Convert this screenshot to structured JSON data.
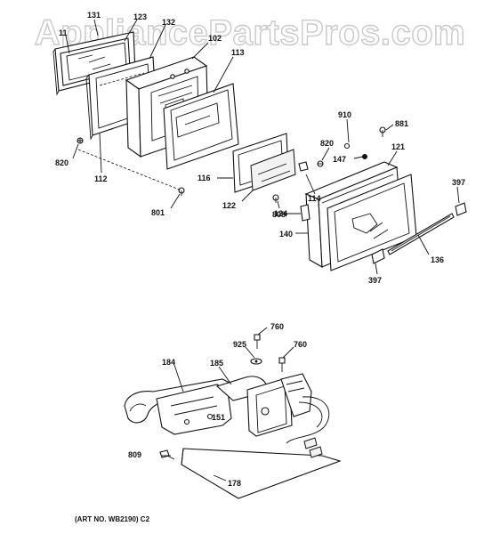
{
  "watermark": "AppliancePartsPros.com",
  "art_number": "(ART NO. WB2190) C2",
  "upper_callouts": [
    {
      "id": "c131",
      "text": "131"
    },
    {
      "id": "c123",
      "text": "123"
    },
    {
      "id": "c132",
      "text": "132"
    },
    {
      "id": "c11",
      "text": "11"
    },
    {
      "id": "c102",
      "text": "102"
    },
    {
      "id": "c113",
      "text": "113"
    },
    {
      "id": "c820a",
      "text": "820"
    },
    {
      "id": "c112",
      "text": "112"
    },
    {
      "id": "c910",
      "text": "910"
    },
    {
      "id": "c881",
      "text": "881"
    },
    {
      "id": "c820b",
      "text": "820"
    },
    {
      "id": "c147",
      "text": "147"
    },
    {
      "id": "c121",
      "text": "121"
    },
    {
      "id": "c116",
      "text": "116"
    },
    {
      "id": "c114",
      "text": "114"
    },
    {
      "id": "c122",
      "text": "122"
    },
    {
      "id": "c808",
      "text": "808"
    },
    {
      "id": "c801",
      "text": "801"
    },
    {
      "id": "c124",
      "text": "124"
    },
    {
      "id": "c397a",
      "text": "397"
    },
    {
      "id": "c140",
      "text": "140"
    },
    {
      "id": "c136",
      "text": "136"
    },
    {
      "id": "c397b",
      "text": "397"
    }
  ],
  "lower_callouts": [
    {
      "id": "c760a",
      "text": "760"
    },
    {
      "id": "c925",
      "text": "925"
    },
    {
      "id": "c760b",
      "text": "760"
    },
    {
      "id": "c184",
      "text": "184"
    },
    {
      "id": "c185",
      "text": "185"
    },
    {
      "id": "c151",
      "text": "151"
    },
    {
      "id": "c809",
      "text": "809"
    },
    {
      "id": "c178",
      "text": "178"
    }
  ]
}
